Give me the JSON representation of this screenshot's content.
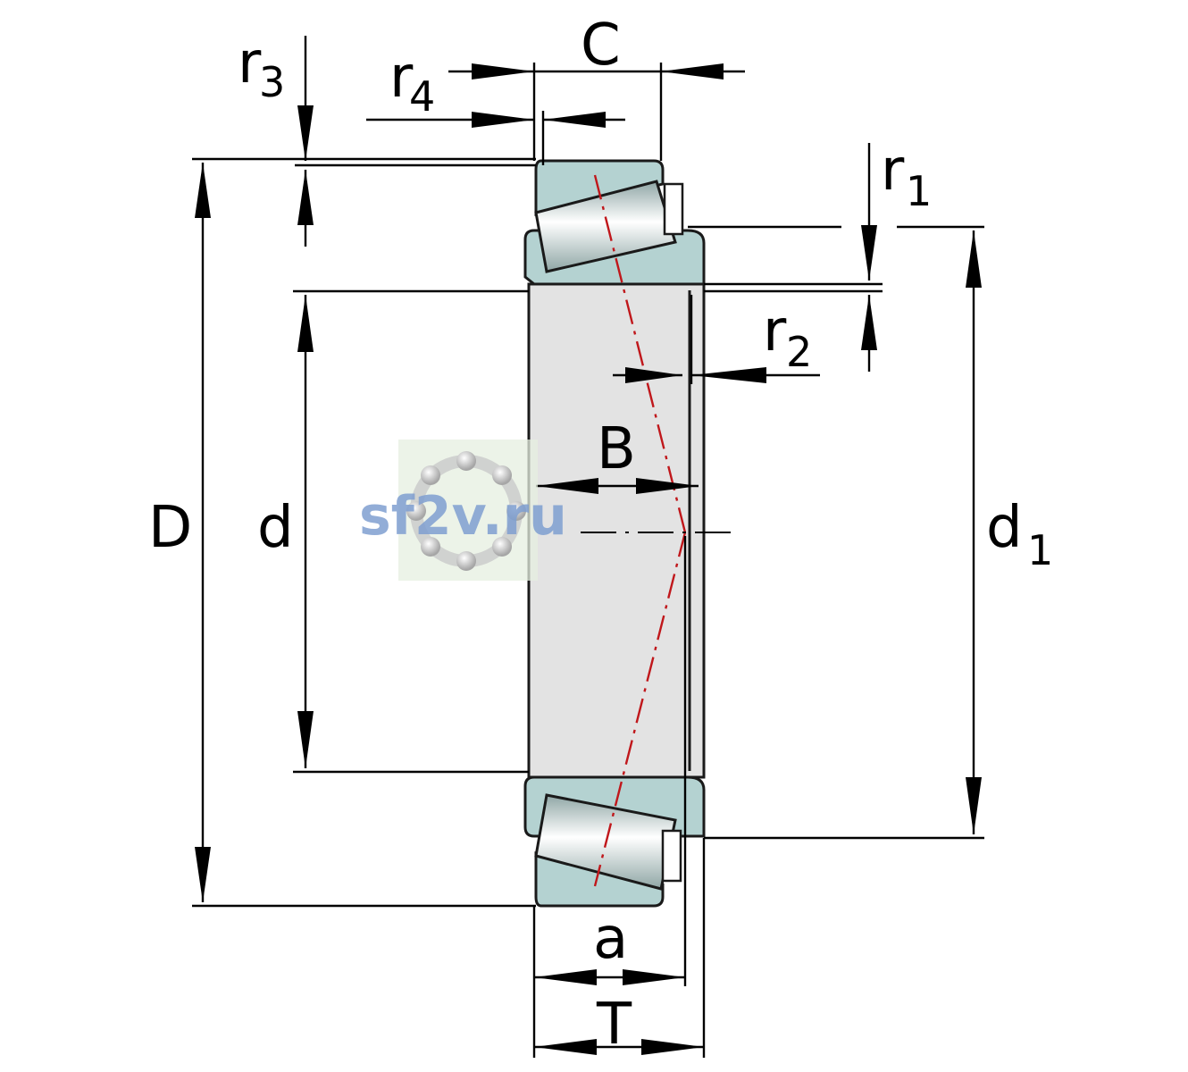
{
  "labels": {
    "C": "C",
    "r3": {
      "base": "r",
      "sub": "3"
    },
    "r4": {
      "base": "r",
      "sub": "4"
    },
    "r1": {
      "base": "r",
      "sub": "1"
    },
    "r2": {
      "base": "r",
      "sub": "2"
    },
    "B": "B",
    "D": "D",
    "d": "d",
    "d1": {
      "base": "d",
      "sub": "1"
    },
    "a": "a",
    "T": "T"
  },
  "watermark": "sf2v.ru",
  "colors": {
    "ring": "#b4d2d1",
    "bore": "#e3e3e3",
    "roller_light": "#ffffff",
    "roller_dark": "#8fa6a5",
    "line": "#000000",
    "axis": "#c0171b",
    "watermark_text": "#7f9fd1",
    "watermark_bg": "#e6efe0"
  }
}
